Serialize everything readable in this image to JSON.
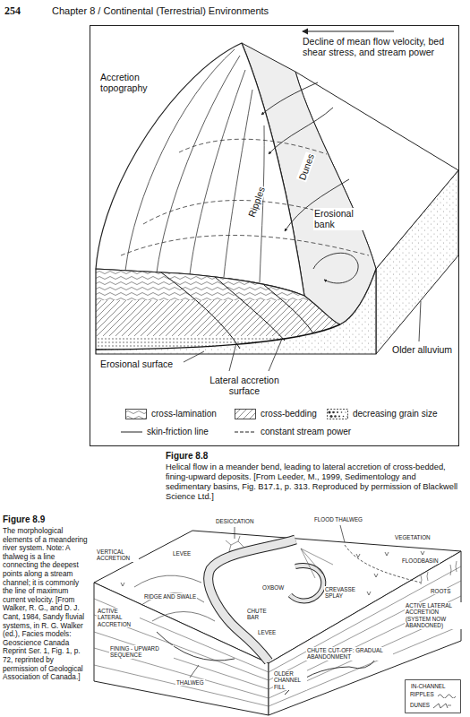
{
  "diagram": {
    "labels": [
      "254",
      "Chapter 8 / Continental (Terrestrial) Environments",
      "Decline of mean flow velocity, bed shear stress, and stream power",
      "Accretion topography",
      "Ripples",
      "Dunes",
      "Erosional bank",
      "Older alluvium",
      "Erosional surface",
      "Lateral accretion surface",
      "Figure 8.8",
      "Helical flow in a meander bend, leading to lateral accretion of cross-bedded, fining-upward deposits. [From Leeder, M., 1999, Sedimentology and sedimentary basins, Fig. B17.1, p. 313. Reproduced by permission of Blackwell Science Ltd.]",
      "Figure 8.9",
      "The morphological elements of a meandering river system. Note: A thalweg is a line connecting the deepest points along a stream channel; it is commonly the line of maximum current velocity. [From Walker, R. G., and D. J. Cant, 1984, Sandy fluvial systems, in R. G. Walker (ed.), Facies models: Geoscience Canada Reprint Ser. 1, Fig. 1, p. 72, reprinted by permission of Geological Association of Canada.]",
      "DESICCATION",
      "FLOOD THALWEG",
      "VEGETATION",
      "VERTICAL ACCRETION",
      "LEVEE",
      "FLOODBASIN",
      "RIDGE AND SWALE",
      "OXBOW",
      "CREVASSE SPLAY",
      "ROOTS",
      "CHUTE BAR",
      "ACTIVE LATERAL ACCRETION (SYSTEM NOW ABANDONED)",
      "ACTIVE LATERAL ACCRETION",
      "LEVEE",
      "FINING - UPWARD SEQUENCE",
      "THALWEG",
      "OLDER CHANNEL FILL",
      "CHUTE CUT-OFF: GRADUAL ABANDONMENT",
      "IN-CHANNEL"
    ],
    "legend": [
      {
        "text": "cross-lamination"
      },
      {
        "text": "cross-bedding"
      },
      {
        "text": "decreasing grain size"
      },
      {
        "text": "skin-friction line"
      },
      {
        "text": "constant stream power"
      },
      {
        "text": "RIPPLES"
      },
      {
        "text": "DUNES"
      }
    ]
  }
}
